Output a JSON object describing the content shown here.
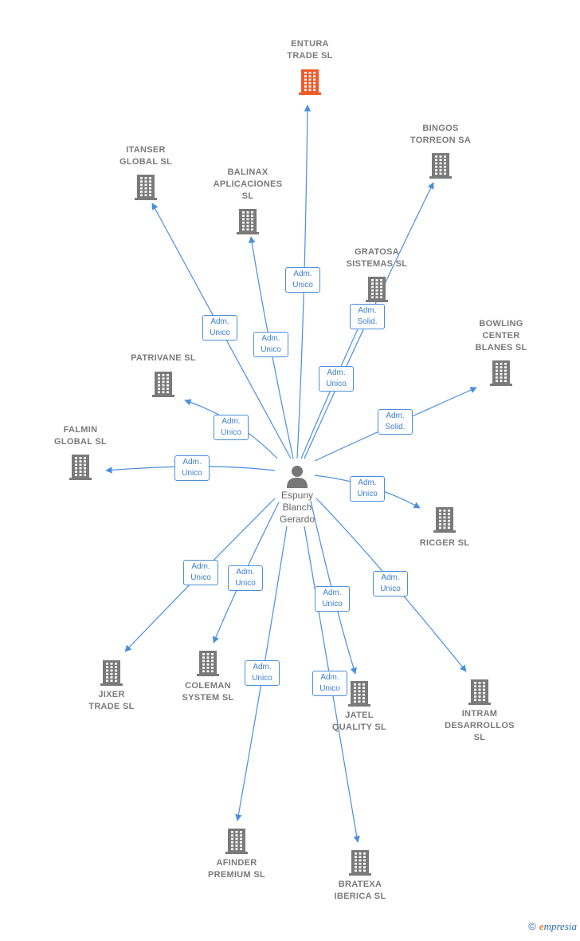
{
  "colors": {
    "link": "#4a8fdc",
    "building": "#7a7a7a",
    "building_highlight": "#f05a28",
    "person": "#777777",
    "label": "#7a7a7a",
    "badge_border": "#4a90d9",
    "badge_text": "#3b7fd0"
  },
  "person": {
    "name": "Espuny\nBlanch\nGerardo",
    "icon": "person-icon"
  },
  "companies": [
    {
      "id": "entura",
      "name": "ENTURA\nTRADE  SL",
      "highlight": true
    },
    {
      "id": "bingos",
      "name": "BINGOS\nTORREON SA"
    },
    {
      "id": "itanser",
      "name": "ITANSER\nGLOBAL  SL"
    },
    {
      "id": "balinax",
      "name": "BALINAX\nAPLICACIONES\nSL"
    },
    {
      "id": "gratosa",
      "name": "GRATOSA\nSISTEMAS  SL"
    },
    {
      "id": "bowling",
      "name": "BOWLING\nCENTER\nBLANES SL"
    },
    {
      "id": "patrivane",
      "name": "PATRIVANE SL"
    },
    {
      "id": "falmin",
      "name": "FALMIN\nGLOBAL  SL"
    },
    {
      "id": "ricger",
      "name": "RICGER SL"
    },
    {
      "id": "jixer",
      "name": "JIXER\nTRADE  SL"
    },
    {
      "id": "coleman",
      "name": "COLEMAN\nSYSTEM  SL"
    },
    {
      "id": "jatel",
      "name": "JATEL\nQUALITY  SL"
    },
    {
      "id": "intram",
      "name": "INTRAM\nDESARROLLOS\nSL"
    },
    {
      "id": "afinder",
      "name": "AFINDER\nPREMIUM  SL"
    },
    {
      "id": "bratexa",
      "name": "BRATEXA\nIBERICA  SL"
    }
  ],
  "relations": [
    {
      "to": "entura",
      "label": "Adm.\nUnico"
    },
    {
      "to": "bingos",
      "label": "Adm.\nUnico"
    },
    {
      "to": "gratosa",
      "label": "Adm.\nSolid."
    },
    {
      "to": "itanser",
      "label": "Adm.\nUnico"
    },
    {
      "to": "balinax",
      "label": "Adm.\nUnico"
    },
    {
      "to": "patrivane",
      "label": "Adm.\nUnico"
    },
    {
      "to": "falmin",
      "label": "Adm.\nUnico"
    },
    {
      "to": "bowling",
      "label": "Adm.\nSolid."
    },
    {
      "to": "ricger",
      "label": "Adm.\nUnico"
    },
    {
      "to": "jixer",
      "label": "Adm.\nUnico"
    },
    {
      "to": "coleman",
      "label": "Adm.\nUnico"
    },
    {
      "to": "jatel",
      "label": "Adm.\nUnico"
    },
    {
      "to": "intram",
      "label": "Adm.\nUnico"
    },
    {
      "to": "afinder",
      "label": "Adm.\nUnico"
    },
    {
      "to": "bratexa",
      "label": "Adm.\nUnico"
    }
  ],
  "footer": {
    "copyright": "©",
    "brand_initial": "e",
    "brand_rest": "mpresia"
  }
}
